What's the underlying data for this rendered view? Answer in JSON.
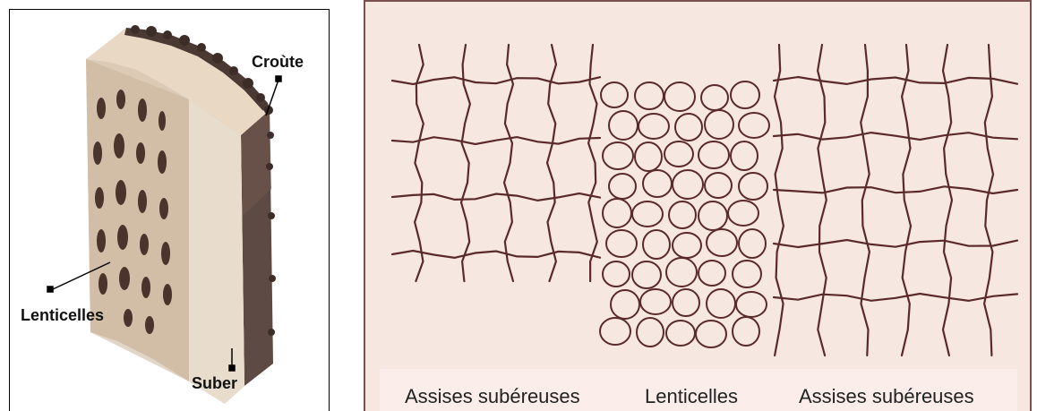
{
  "left_figure": {
    "labels": {
      "crust": "Croùte",
      "lenticels": "Lenticelles",
      "suber": "Suber"
    }
  },
  "right_figure": {
    "captions": {
      "left": "Assises subéreuses",
      "middle": "Lenticelles",
      "right": "Assises subéreuses"
    }
  },
  "colors": {
    "frame": "#7d5050",
    "panel_bg": "#f7e7e1",
    "ink": "#5a2a2a",
    "bark": "#5e4a44",
    "cork": "#dccab4"
  }
}
